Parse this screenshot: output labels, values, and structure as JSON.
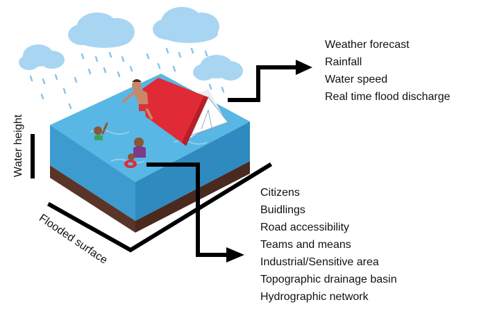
{
  "top_factors": {
    "items": [
      "Weather forecast",
      "Rainfall",
      "Water speed",
      "Real time flood discharge"
    ]
  },
  "bottom_factors": {
    "items": [
      "Citizens",
      "Buidlings",
      "Road accessibility",
      "Teams and means",
      "Industrial/Sensitive area",
      "Topographic drainage basin",
      "Hydrographic network"
    ]
  },
  "axes": {
    "water_height": "Water height",
    "flooded_surface": "Flooded surface"
  },
  "colors": {
    "water_top": "#58b7e4",
    "water_front": "#3d9bd0",
    "soil": "#5a3527",
    "roof": "#e02b36",
    "cloud": "#a8d6f2",
    "rain": "#86c6ea",
    "arrow": "#000000"
  }
}
